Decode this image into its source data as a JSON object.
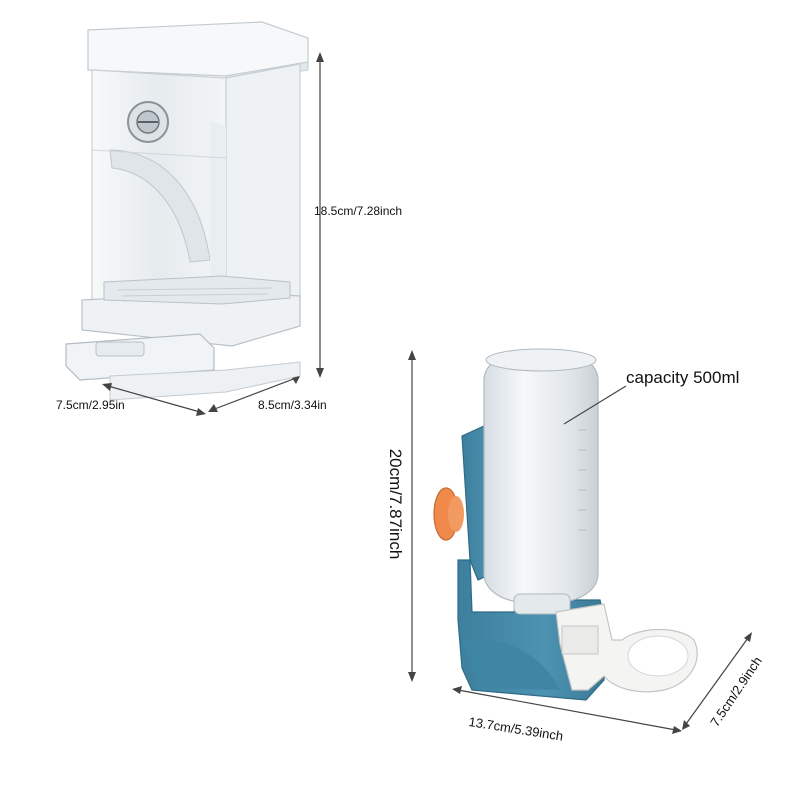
{
  "feeder": {
    "height_label": "18.5cm/7.28inch",
    "width_label": "7.5cm/2.95in",
    "depth_label": "8.5cm/3.34in"
  },
  "water_bottle": {
    "capacity_label": "capacity 500ml",
    "height_label": "20cm/7.87inch",
    "width_label": "13.7cm/5.39inch",
    "depth_label": "7.5cm/2.9inch"
  },
  "colors": {
    "stand_blue": "#4a8fae",
    "knob_orange": "#f08a4b",
    "bowl_white": "#f4f4f2",
    "acrylic": "#e8edf0"
  }
}
